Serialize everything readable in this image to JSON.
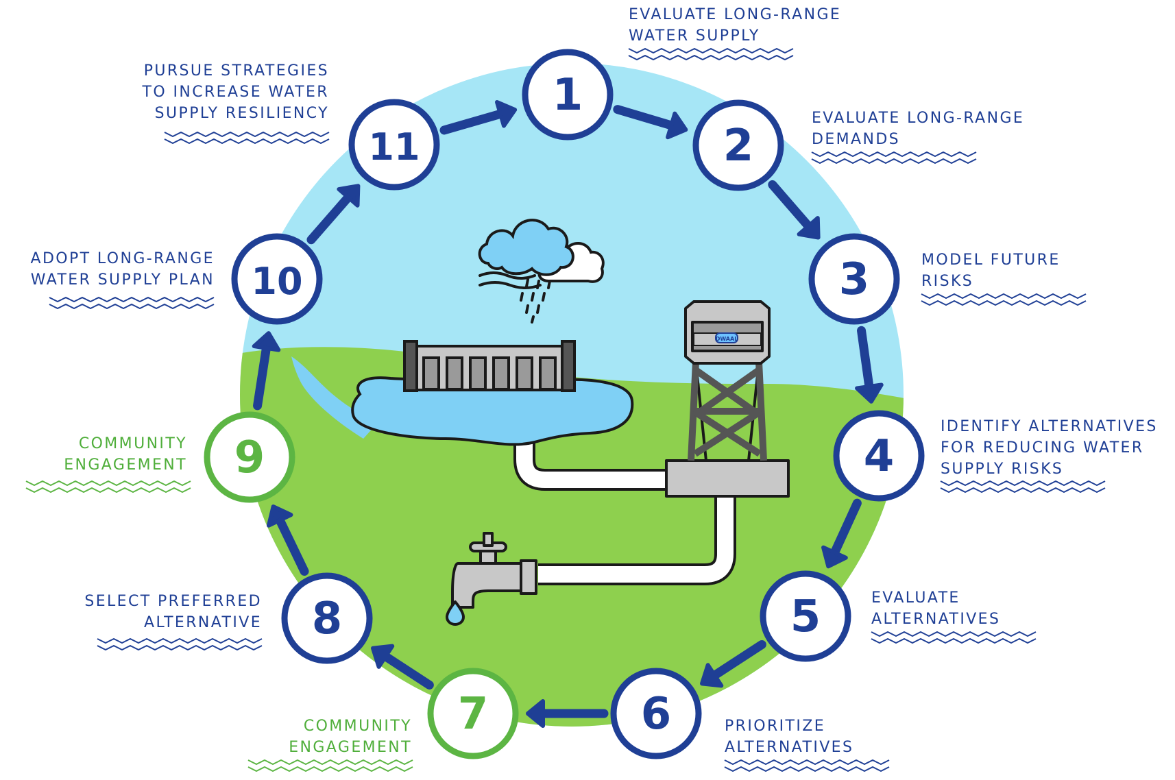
{
  "colors": {
    "navy": "#1f3f95",
    "green": "#5cb543",
    "sky": "#a6e6f6",
    "grass": "#8ed04e",
    "water": "#7fd0f5",
    "grey": "#c8c8c8"
  },
  "steps": [
    {
      "number": "1",
      "lines": [
        "EVALUATE LONG-RANGE",
        "WATER SUPPLY"
      ],
      "type": "navy"
    },
    {
      "number": "2",
      "lines": [
        "EVALUATE LONG-RANGE",
        "DEMANDS"
      ],
      "type": "navy"
    },
    {
      "number": "3",
      "lines": [
        "MODEL FUTURE",
        "RISKS"
      ],
      "type": "navy"
    },
    {
      "number": "4",
      "lines": [
        "IDENTIFY ALTERNATIVES",
        "FOR REDUCING WATER",
        "SUPPLY RISKS"
      ],
      "type": "navy"
    },
    {
      "number": "5",
      "lines": [
        "EVALUATE",
        "ALTERNATIVES"
      ],
      "type": "navy"
    },
    {
      "number": "6",
      "lines": [
        "PRIORITIZE",
        "ALTERNATIVES"
      ],
      "type": "navy"
    },
    {
      "number": "7",
      "lines": [
        "COMMUNITY",
        "ENGAGEMENT"
      ],
      "type": "green"
    },
    {
      "number": "8",
      "lines": [
        "SELECT PREFERRED",
        "ALTERNATIVE"
      ],
      "type": "navy"
    },
    {
      "number": "9",
      "lines": [
        "COMMUNITY",
        "ENGAGEMENT"
      ],
      "type": "green"
    },
    {
      "number": "10",
      "lines": [
        "ADOPT LONG-RANGE",
        "WATER SUPPLY PLAN"
      ],
      "type": "navy"
    },
    {
      "number": "11",
      "lines": [
        "PURSUE STRATEGIES",
        "TO INCREASE WATER",
        "SUPPLY RESILIENCY"
      ],
      "type": "navy"
    }
  ],
  "tower_badge": "DWAAL",
  "icons": [
    "rain-cloud-icon",
    "dam-icon",
    "reservoir-icon",
    "water-tower-icon",
    "faucet-icon",
    "water-drop-icon",
    "pipe-icon"
  ]
}
